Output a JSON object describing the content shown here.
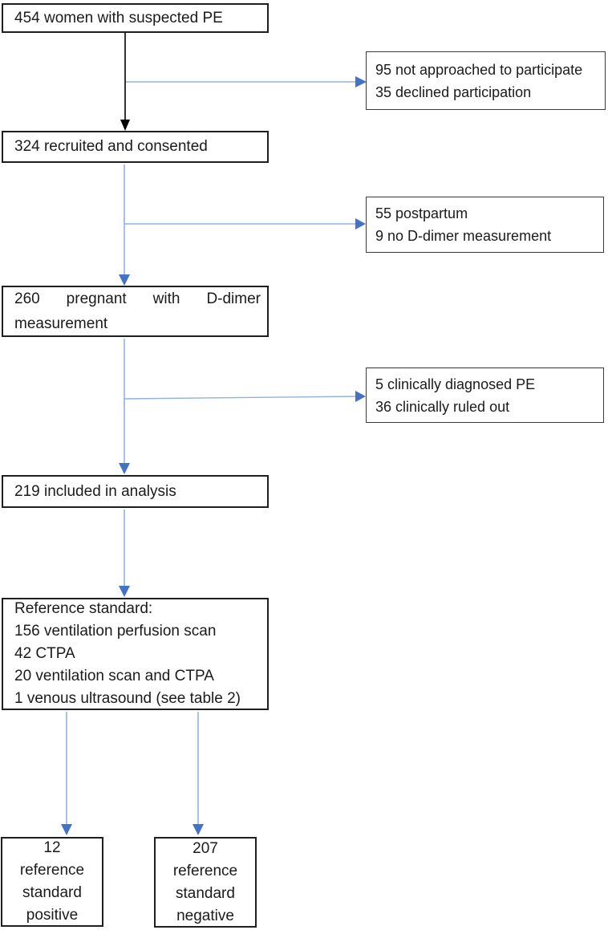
{
  "flowchart": {
    "boxes": {
      "suspected": {
        "text": "454 women with suspected PE"
      },
      "recruited": {
        "text": "324 recruited and consented"
      },
      "pregnant_ddimer": {
        "text": "260 pregnant with D-dimer measurement"
      },
      "included": {
        "text": "219 included in analysis"
      },
      "reference_standard": {
        "lines": [
          "Reference standard:",
          "156 ventilation perfusion scan",
          "42 CTPA",
          "20 ventilation scan and CTPA",
          "1 venous ultrasound (see table 2)"
        ]
      },
      "excluded_1": {
        "lines": [
          "95 not approached to participate",
          "35 declined participation"
        ]
      },
      "excluded_2": {
        "lines": [
          "55 postpartum",
          "9 no D-dimer measurement"
        ]
      },
      "excluded_3": {
        "lines": [
          "5 clinically diagnosed PE",
          "36 clinically ruled out"
        ]
      },
      "ref_positive": {
        "lines": [
          "12",
          "reference",
          "standard",
          "positive"
        ]
      },
      "ref_negative": {
        "lines": [
          "207",
          "reference",
          "standard",
          "negative"
        ]
      }
    },
    "colors": {
      "line_blue": "#8fb3de",
      "arrow_blue": "#4472c4",
      "line_black": "#000000",
      "arrow_black": "#000000"
    }
  }
}
